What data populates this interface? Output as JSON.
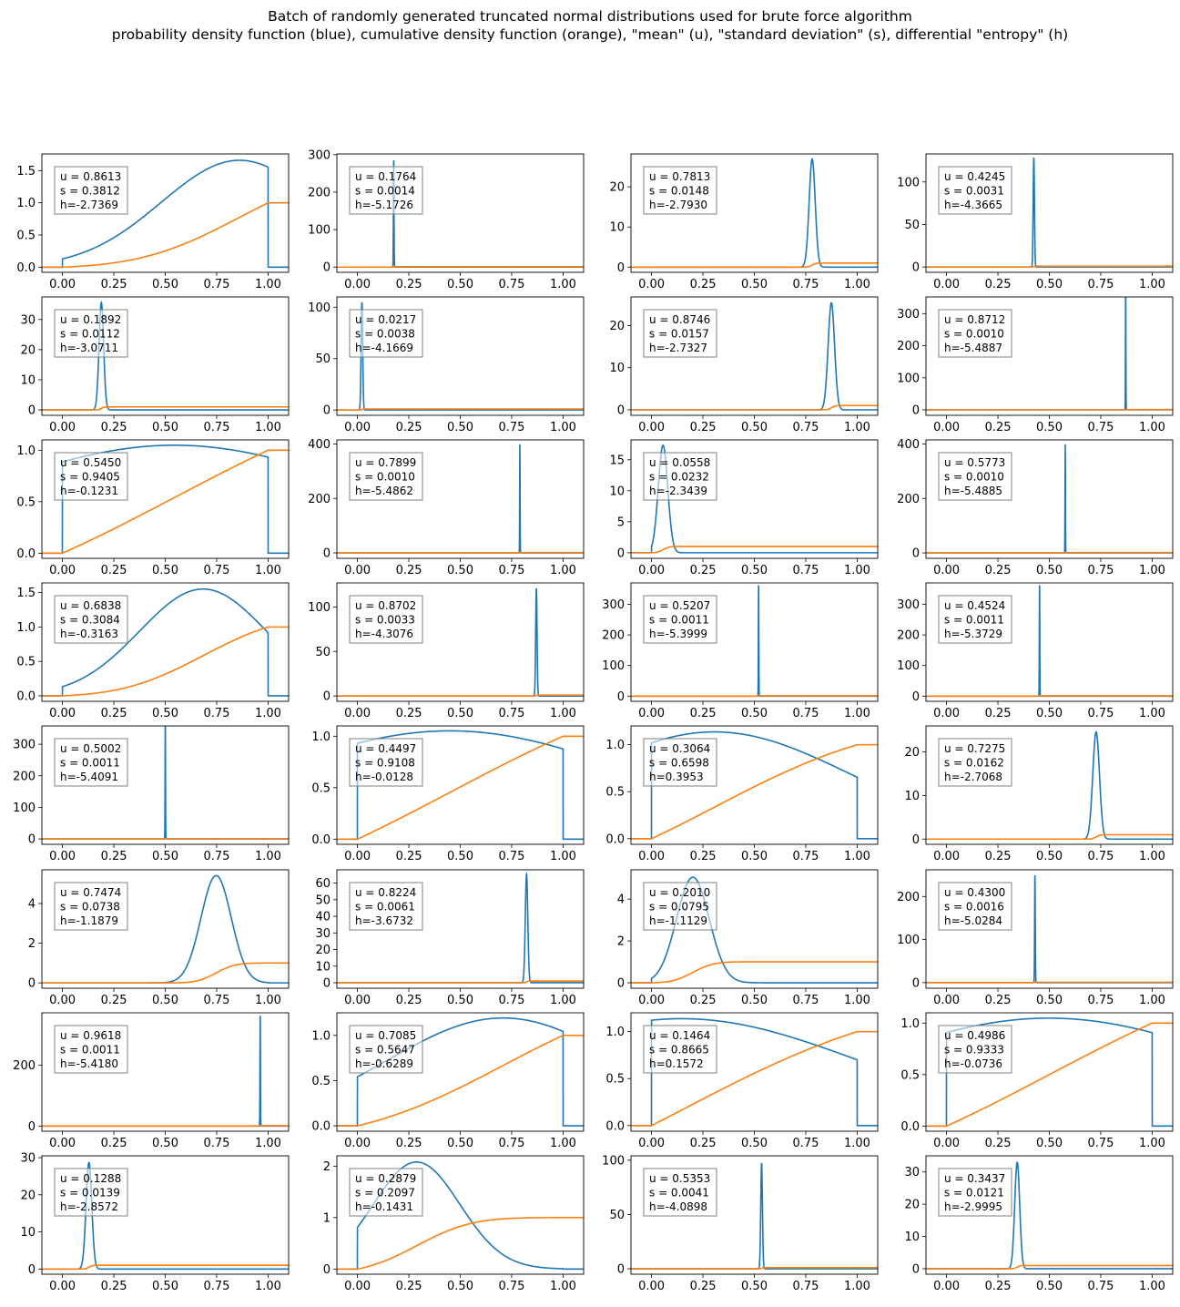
{
  "figure": {
    "title_line1": "Batch of randomly generated truncated normal distributions used for brute force algorithm",
    "title_line2": "probability density function (blue), cumulative density function (orange), \"mean\" (u), \"standard deviation\" (s),  differential \"entropy\" (h)"
  },
  "colors": {
    "pdf": "#1f77b4",
    "cdf": "#ff7f0e",
    "axes": "#000000",
    "legend_border": "#808080"
  },
  "chart_data": [
    {
      "type": "line",
      "u": "0.8613",
      "s": "0.3812",
      "h": "-2.7369",
      "x_range": [
        -0.1,
        1.1
      ],
      "x_ticks": [
        "0.00",
        "0.25",
        "0.50",
        "0.75",
        "1.00"
      ],
      "y_ticks": [
        "0.0",
        "0.5",
        "1.0",
        "1.5"
      ],
      "ylim": [
        -0.08,
        1.76
      ]
    },
    {
      "type": "line",
      "u": "0.1764",
      "s": "0.0014",
      "h": "-5.1726",
      "x_range": [
        -0.1,
        1.1
      ],
      "x_ticks": [
        "0.00",
        "0.25",
        "0.50",
        "0.75",
        "1.00"
      ],
      "y_ticks": [
        "0",
        "100",
        "200",
        "300"
      ],
      "ylim": [
        -14,
        302
      ]
    },
    {
      "type": "line",
      "u": "0.7813",
      "s": "0.0148",
      "h": "-2.7930",
      "x_range": [
        -0.1,
        1.1
      ],
      "x_ticks": [
        "0.00",
        "0.25",
        "0.50",
        "0.75",
        "1.00"
      ],
      "y_ticks": [
        "0",
        "10",
        "20"
      ],
      "ylim": [
        -1.3,
        28.2
      ]
    },
    {
      "type": "line",
      "u": "0.4245",
      "s": "0.0031",
      "h": "-4.3665",
      "x_range": [
        -0.1,
        1.1
      ],
      "x_ticks": [
        "0.00",
        "0.25",
        "0.50",
        "0.75",
        "1.00"
      ],
      "y_ticks": [
        "0",
        "50",
        "100"
      ],
      "ylim": [
        -6.3,
        133
      ]
    },
    {
      "type": "line",
      "u": "0.1892",
      "s": "0.0112",
      "h": "-3.0711",
      "x_range": [
        -0.1,
        1.1
      ],
      "x_ticks": [
        "0.00",
        "0.25",
        "0.50",
        "0.75",
        "1.00"
      ],
      "y_ticks": [
        "0",
        "10",
        "20",
        "30"
      ],
      "ylim": [
        -1.8,
        37.5
      ]
    },
    {
      "type": "line",
      "u": "0.0217",
      "s": "0.0038",
      "h": "-4.1669",
      "x_range": [
        -0.1,
        1.1
      ],
      "x_ticks": [
        "0.00",
        "0.25",
        "0.50",
        "0.75",
        "1.00"
      ],
      "y_ticks": [
        "0",
        "50",
        "100"
      ],
      "ylim": [
        -5.2,
        110
      ]
    },
    {
      "type": "line",
      "u": "0.8746",
      "s": "0.0157",
      "h": "-2.7327",
      "x_range": [
        -0.1,
        1.1
      ],
      "x_ticks": [
        "0.00",
        "0.25",
        "0.50",
        "0.75",
        "1.00"
      ],
      "y_ticks": [
        "0",
        "10",
        "20"
      ],
      "ylim": [
        -1.3,
        26.8
      ]
    },
    {
      "type": "line",
      "u": "0.8712",
      "s": "0.0010",
      "h": "-5.4887",
      "x_range": [
        -0.1,
        1.1
      ],
      "x_ticks": [
        "0.00",
        "0.25",
        "0.50",
        "0.75",
        "1.00"
      ],
      "y_ticks": [
        "0",
        "100",
        "200",
        "300"
      ],
      "ylim": [
        -17,
        352
      ]
    },
    {
      "type": "line",
      "u": "0.5450",
      "s": "0.9405",
      "h": "-0.1231",
      "x_range": [
        -0.1,
        1.1
      ],
      "x_ticks": [
        "0.00",
        "0.25",
        "0.50",
        "0.75",
        "1.00"
      ],
      "y_ticks": [
        "0.0",
        "0.5",
        "1.0"
      ],
      "ylim": [
        -0.05,
        1.1
      ]
    },
    {
      "type": "line",
      "u": "0.7899",
      "s": "0.0010",
      "h": "-5.4862",
      "x_range": [
        -0.1,
        1.1
      ],
      "x_ticks": [
        "0.00",
        "0.25",
        "0.50",
        "0.75",
        "1.00"
      ],
      "y_ticks": [
        "0",
        "200",
        "400"
      ],
      "ylim": [
        -20,
        415
      ]
    },
    {
      "type": "line",
      "u": "0.0558",
      "s": "0.0232",
      "h": "-2.3439",
      "x_range": [
        -0.1,
        1.1
      ],
      "x_ticks": [
        "0.00",
        "0.25",
        "0.50",
        "0.75",
        "1.00"
      ],
      "y_ticks": [
        "0",
        "5",
        "10",
        "15"
      ],
      "ylim": [
        -0.9,
        18.2
      ]
    },
    {
      "type": "line",
      "u": "0.5773",
      "s": "0.0010",
      "h": "-5.4885",
      "x_range": [
        -0.1,
        1.1
      ],
      "x_ticks": [
        "0.00",
        "0.25",
        "0.50",
        "0.75",
        "1.00"
      ],
      "y_ticks": [
        "0",
        "200",
        "400"
      ],
      "ylim": [
        -20,
        415
      ]
    },
    {
      "type": "line",
      "u": "0.6838",
      "s": "0.3084",
      "h": "-0.3163",
      "x_range": [
        -0.1,
        1.1
      ],
      "x_ticks": [
        "0.00",
        "0.25",
        "0.50",
        "0.75",
        "1.00"
      ],
      "y_ticks": [
        "0.0",
        "0.5",
        "1.0",
        "1.5"
      ],
      "ylim": [
        -0.08,
        1.64
      ]
    },
    {
      "type": "line",
      "u": "0.8702",
      "s": "0.0033",
      "h": "-4.3076",
      "x_range": [
        -0.1,
        1.1
      ],
      "x_ticks": [
        "0.00",
        "0.25",
        "0.50",
        "0.75",
        "1.00"
      ],
      "y_ticks": [
        "0",
        "50",
        "100"
      ],
      "ylim": [
        -6,
        127
      ]
    },
    {
      "type": "line",
      "u": "0.5207",
      "s": "0.0011",
      "h": "-5.3999",
      "x_range": [
        -0.1,
        1.1
      ],
      "x_ticks": [
        "0.00",
        "0.25",
        "0.50",
        "0.75",
        "1.00"
      ],
      "y_ticks": [
        "0",
        "100",
        "200",
        "300"
      ],
      "ylim": [
        -17,
        370
      ]
    },
    {
      "type": "line",
      "u": "0.4524",
      "s": "0.0011",
      "h": "-5.3729",
      "x_range": [
        -0.1,
        1.1
      ],
      "x_ticks": [
        "0.00",
        "0.25",
        "0.50",
        "0.75",
        "1.00"
      ],
      "y_ticks": [
        "0",
        "100",
        "200",
        "300"
      ],
      "ylim": [
        -17,
        370
      ]
    },
    {
      "type": "line",
      "u": "0.5002",
      "s": "0.0011",
      "h": "-5.4091",
      "x_range": [
        -0.1,
        1.1
      ],
      "x_ticks": [
        "0.00",
        "0.25",
        "0.50",
        "0.75",
        "1.00"
      ],
      "y_ticks": [
        "0",
        "100",
        "200",
        "300"
      ],
      "ylim": [
        -17,
        358
      ]
    },
    {
      "type": "line",
      "u": "0.4497",
      "s": "0.9108",
      "h": "-0.0128",
      "x_range": [
        -0.1,
        1.1
      ],
      "x_ticks": [
        "0.00",
        "0.25",
        "0.50",
        "0.75",
        "1.00"
      ],
      "y_ticks": [
        "0.0",
        "0.5",
        "1.0"
      ],
      "ylim": [
        -0.05,
        1.1
      ]
    },
    {
      "type": "line",
      "u": "0.3064",
      "s": "0.6598",
      "h": "0.3953",
      "x_range": [
        -0.1,
        1.1
      ],
      "x_ticks": [
        "0.00",
        "0.25",
        "0.50",
        "0.75",
        "1.00"
      ],
      "y_ticks": [
        "0.0",
        "0.5",
        "1.0"
      ],
      "ylim": [
        -0.06,
        1.2
      ]
    },
    {
      "type": "line",
      "u": "0.7275",
      "s": "0.0162",
      "h": "-2.7068",
      "x_range": [
        -0.1,
        1.1
      ],
      "x_ticks": [
        "0.00",
        "0.25",
        "0.50",
        "0.75",
        "1.00"
      ],
      "y_ticks": [
        "0",
        "10",
        "20"
      ],
      "ylim": [
        -1.2,
        26
      ]
    },
    {
      "type": "line",
      "u": "0.7474",
      "s": "0.0738",
      "h": "-1.1879",
      "x_range": [
        -0.1,
        1.1
      ],
      "x_ticks": [
        "0.00",
        "0.25",
        "0.50",
        "0.75",
        "1.00"
      ],
      "y_ticks": [
        "0",
        "2",
        "4"
      ],
      "ylim": [
        -0.27,
        5.7
      ]
    },
    {
      "type": "line",
      "u": "0.8224",
      "s": "0.0061",
      "h": "-3.6732",
      "x_range": [
        -0.1,
        1.1
      ],
      "x_ticks": [
        "0.00",
        "0.25",
        "0.50",
        "0.75",
        "1.00"
      ],
      "y_ticks": [
        "0",
        "10",
        "20",
        "30",
        "40",
        "50",
        "60"
      ],
      "ylim": [
        -3.3,
        68
      ]
    },
    {
      "type": "line",
      "u": "0.2010",
      "s": "0.0795",
      "h": "-1.1129",
      "x_range": [
        -0.1,
        1.1
      ],
      "x_ticks": [
        "0.00",
        "0.25",
        "0.50",
        "0.75",
        "1.00"
      ],
      "y_ticks": [
        "0",
        "2",
        "4"
      ],
      "ylim": [
        -0.26,
        5.4
      ]
    },
    {
      "type": "line",
      "u": "0.4300",
      "s": "0.0016",
      "h": "-5.0284",
      "x_range": [
        -0.1,
        1.1
      ],
      "x_ticks": [
        "0.00",
        "0.25",
        "0.50",
        "0.75",
        "1.00"
      ],
      "y_ticks": [
        "0",
        "100",
        "200"
      ],
      "ylim": [
        -13,
        262
      ]
    },
    {
      "type": "line",
      "u": "0.9618",
      "s": "0.0011",
      "h": "-5.4180",
      "x_range": [
        -0.1,
        1.1
      ],
      "x_ticks": [
        "0.00",
        "0.25",
        "0.50",
        "0.75",
        "1.00"
      ],
      "y_ticks": [
        "0",
        "200"
      ],
      "ylim": [
        -17,
        372
      ]
    },
    {
      "type": "line",
      "u": "0.7085",
      "s": "0.5647",
      "h": "-0.6289",
      "x_range": [
        -0.1,
        1.1
      ],
      "x_ticks": [
        "0.00",
        "0.25",
        "0.50",
        "0.75",
        "1.00"
      ],
      "y_ticks": [
        "0.0",
        "0.5",
        "1.0"
      ],
      "ylim": [
        -0.06,
        1.25
      ]
    },
    {
      "type": "line",
      "u": "0.1464",
      "s": "0.8665",
      "h": "0.1572",
      "x_range": [
        -0.1,
        1.1
      ],
      "x_ticks": [
        "0.00",
        "0.25",
        "0.50",
        "0.75",
        "1.00"
      ],
      "y_ticks": [
        "0.0",
        "0.5",
        "1.0"
      ],
      "ylim": [
        -0.06,
        1.2
      ]
    },
    {
      "type": "line",
      "u": "0.4986",
      "s": "0.9333",
      "h": "-0.0736",
      "x_range": [
        -0.1,
        1.1
      ],
      "x_ticks": [
        "0.00",
        "0.25",
        "0.50",
        "0.75",
        "1.00"
      ],
      "y_ticks": [
        "0.0",
        "0.5",
        "1.0"
      ],
      "ylim": [
        -0.05,
        1.1
      ]
    },
    {
      "type": "line",
      "u": "0.1288",
      "s": "0.0139",
      "h": "-2.8572",
      "x_range": [
        -0.1,
        1.1
      ],
      "x_ticks": [
        "0.00",
        "0.25",
        "0.50",
        "0.75",
        "1.00"
      ],
      "y_ticks": [
        "0",
        "10",
        "20",
        "30"
      ],
      "ylim": [
        -1.4,
        30.5
      ]
    },
    {
      "type": "line",
      "u": "0.2879",
      "s": "0.2097",
      "h": "-0.1431",
      "x_range": [
        -0.1,
        1.1
      ],
      "x_ticks": [
        "0.00",
        "0.25",
        "0.50",
        "0.75",
        "1.00"
      ],
      "y_ticks": [
        "0",
        "1",
        "2"
      ],
      "ylim": [
        -0.1,
        2.2
      ]
    },
    {
      "type": "line",
      "u": "0.5353",
      "s": "0.0041",
      "h": "-4.0898",
      "x_range": [
        -0.1,
        1.1
      ],
      "x_ticks": [
        "0.00",
        "0.25",
        "0.50",
        "0.75",
        "1.00"
      ],
      "y_ticks": [
        "0",
        "50",
        "100"
      ],
      "ylim": [
        -5,
        104
      ]
    },
    {
      "type": "line",
      "u": "0.3437",
      "s": "0.0121",
      "h": "-2.9995",
      "x_range": [
        -0.1,
        1.1
      ],
      "x_ticks": [
        "0.00",
        "0.25",
        "0.50",
        "0.75",
        "1.00"
      ],
      "y_ticks": [
        "0",
        "10",
        "20",
        "30"
      ],
      "ylim": [
        -1.7,
        35
      ]
    }
  ]
}
